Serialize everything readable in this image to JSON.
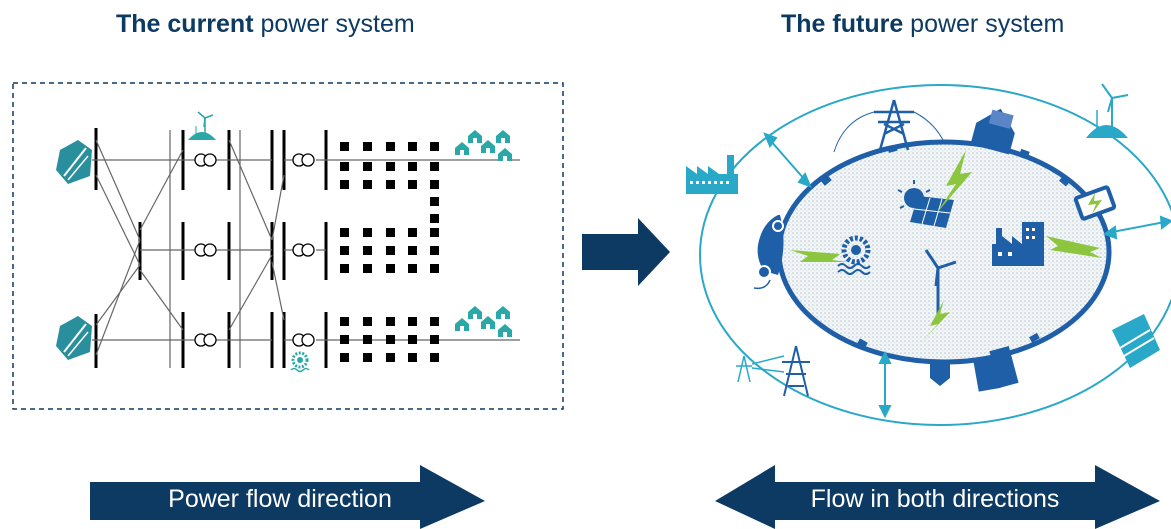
{
  "left_panel": {
    "title_bold": "The current",
    "title_rest": " power system",
    "arrow_label": "Power flow direction"
  },
  "right_panel": {
    "title_bold": "The future",
    "title_rest": " power system",
    "arrow_label": "Flow in both directions"
  },
  "colors": {
    "navy": "#0d3a63",
    "teal": "#2aa8c8",
    "green": "#8cc63f",
    "dark_blue": "#1f5fa8"
  }
}
